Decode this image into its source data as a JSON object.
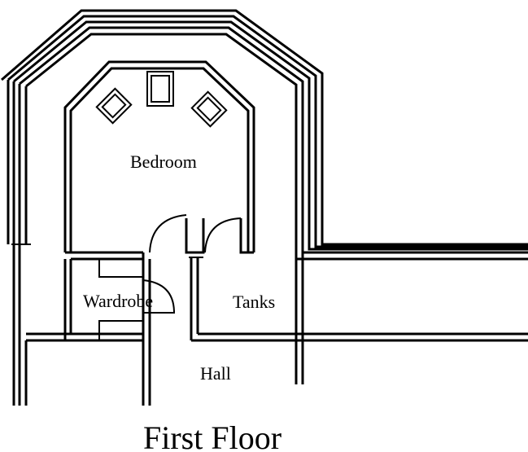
{
  "plan": {
    "title": "First Floor",
    "rooms": {
      "bedroom": "Bedroom",
      "wardrobe": "Wardrobe",
      "tanks": "Tanks",
      "hall": "Hall"
    }
  }
}
